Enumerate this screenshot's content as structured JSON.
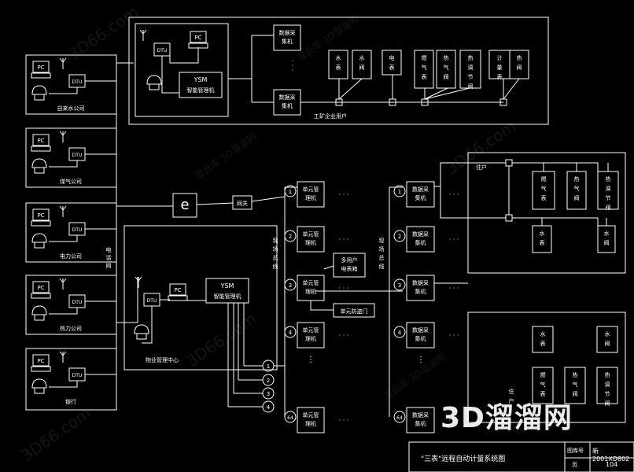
{
  "boxes": {
    "pc": "PC",
    "dtu": "DTU",
    "ysm": "YSM",
    "ysm_sub": "智能管理机",
    "collector": "数据采集机",
    "unit_mgr": "单元管理机",
    "multi_meter": "多用户电表箱",
    "door": "单元防盗门",
    "gateway": "网关",
    "network_e": "e"
  },
  "companies": [
    "自来水公司",
    "煤气公司",
    "电力公司",
    "热力公司",
    "银行"
  ],
  "labels": {
    "phone_net": "电话网",
    "site_bus_1": "现场总线",
    "site_bus_2": "现场总线",
    "property_center": "物业管理中心",
    "industrial_user": "工矿企业用户",
    "resident": "住户",
    "resident2": "住户"
  },
  "meters_industrial": [
    "水表",
    "水阀",
    "电表",
    "燃气表",
    "热气阀",
    "热调节阀",
    "计量表",
    "热阀"
  ],
  "meters_resident_top": [
    "燃气表",
    "热气阀",
    "热调节阀",
    "水表",
    "水阀"
  ],
  "meters_resident_bottom": [
    "水表",
    "水阀",
    "燃气表",
    "热气阀",
    "热调节阀"
  ],
  "unit_numbers": [
    "1",
    "2",
    "3",
    "4",
    "64"
  ],
  "center_numbers": [
    "1",
    "2",
    "3",
    "4"
  ],
  "ellipsis": "· · ·",
  "title_block": {
    "title": "\"三表\"远程自动计量系统图",
    "drawing_no_label": "图库号",
    "drawing_no": "新2001XD802",
    "page_label": "页",
    "page_no": "104"
  },
  "watermark": {
    "brand": "3D溜溜网",
    "diag": "3D66.com",
    "mark": "溜云库·3D溜溜网"
  }
}
